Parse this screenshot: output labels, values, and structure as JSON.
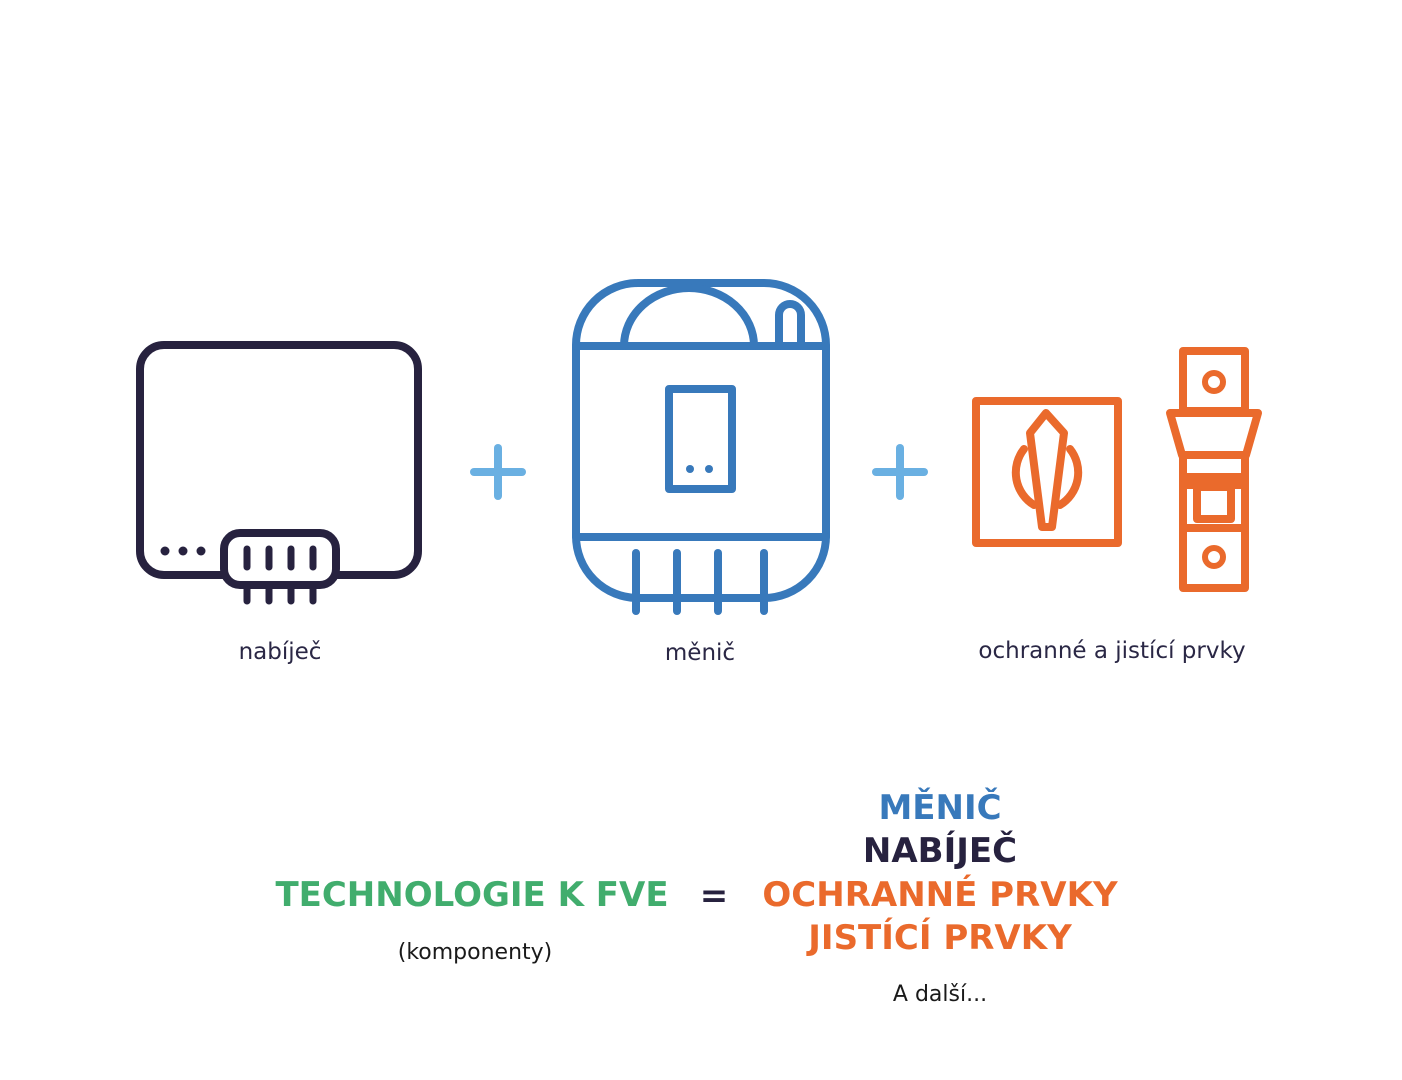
{
  "colors": {
    "navy": "#27223f",
    "blue": "#3879bb",
    "light_blue": "#6ab0e2",
    "orange": "#ea6a2c",
    "green": "#41ad6d"
  },
  "icons": {
    "charger": "charger-icon",
    "inverter": "inverter-icon",
    "switch": "rotary-switch-icon",
    "breaker": "circuit-breaker-icon"
  },
  "captions": {
    "charger": "nabíječ",
    "inverter": "měnič",
    "protection": "ochranné a jistící prvky"
  },
  "equation": {
    "left": "TECHNOLOGIE K FVE",
    "left_sub": "(komponenty)",
    "operator": "=",
    "items": [
      "MĚNIČ",
      "NABÍJEČ",
      "OCHRANNÉ PRVKY",
      "JISTÍCÍ PRVKY"
    ],
    "more": "A další..."
  }
}
